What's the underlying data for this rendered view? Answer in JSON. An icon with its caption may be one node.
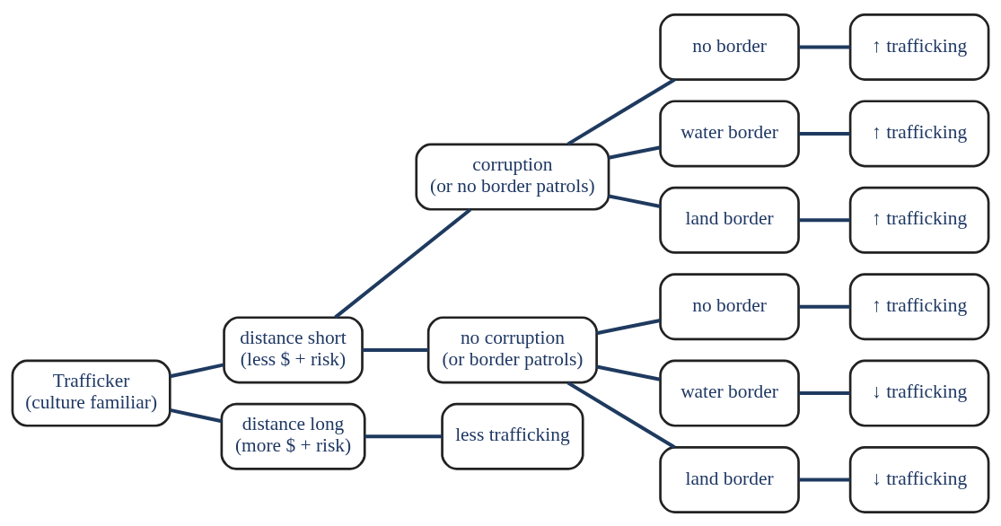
{
  "diagram": {
    "nodes": [
      {
        "text": [
          "Trafficker",
          "(culture familiar)"
        ]
      },
      {
        "text": [
          "distance short",
          "(less $ + risk)"
        ]
      },
      {
        "text": [
          "distance long",
          "(more $ + risk)"
        ]
      },
      {
        "text": [
          "corruption",
          "(or no border patrols)"
        ]
      },
      {
        "text": [
          "no corruption",
          "(or border patrols)"
        ]
      },
      {
        "text": [
          "less trafficking"
        ]
      },
      {
        "text": [
          "no border"
        ]
      },
      {
        "text": [
          "water border"
        ]
      },
      {
        "text": [
          "land border"
        ]
      },
      {
        "text": [
          "no border"
        ]
      },
      {
        "text": [
          "water border"
        ]
      },
      {
        "text": [
          "land border"
        ]
      },
      {
        "text": [
          "↑ trafficking"
        ]
      },
      {
        "text": [
          "↑ trafficking"
        ]
      },
      {
        "text": [
          "↑ trafficking"
        ]
      },
      {
        "text": [
          "↑ trafficking"
        ]
      },
      {
        "text": [
          "↓ trafficking"
        ]
      },
      {
        "text": [
          "↓ trafficking"
        ]
      }
    ],
    "edges": [
      {
        "from": 0,
        "to": 1,
        "arrow": "none"
      },
      {
        "from": 0,
        "to": 2,
        "arrow": "none"
      },
      {
        "from": 1,
        "to": 3,
        "arrow": "none"
      },
      {
        "from": 1,
        "to": 4,
        "arrow": "none"
      },
      {
        "from": 2,
        "to": 5,
        "arrow": "none"
      },
      {
        "from": 3,
        "to": 6,
        "arrow": "none"
      },
      {
        "from": 3,
        "to": 7,
        "arrow": "none"
      },
      {
        "from": 3,
        "to": 8,
        "arrow": "none"
      },
      {
        "from": 4,
        "to": 9,
        "arrow": "none"
      },
      {
        "from": 4,
        "to": 10,
        "arrow": "none"
      },
      {
        "from": 4,
        "to": 11,
        "arrow": "none"
      },
      {
        "from": 6,
        "to": 12,
        "arrow": "none"
      },
      {
        "from": 7,
        "to": 13,
        "arrow": "none"
      },
      {
        "from": 8,
        "to": 14,
        "arrow": "none"
      },
      {
        "from": 9,
        "to": 15,
        "arrow": "none"
      },
      {
        "from": 10,
        "to": 16,
        "arrow": "none"
      },
      {
        "from": 11,
        "to": 17,
        "arrow": "none"
      }
    ]
  }
}
